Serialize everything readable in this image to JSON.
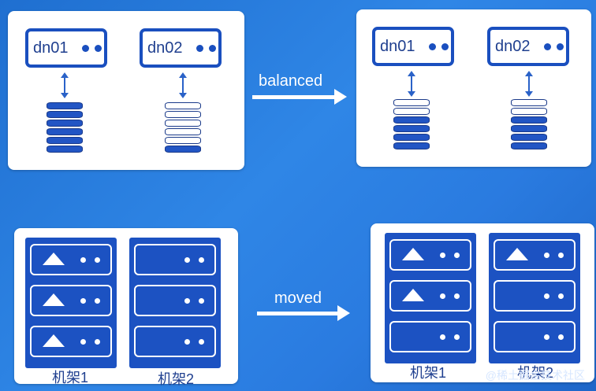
{
  "top_left": {
    "nodes": [
      {
        "label": "dn01",
        "filled_slices": 6
      },
      {
        "label": "dn02",
        "filled_slices": 1
      }
    ]
  },
  "top_right": {
    "nodes": [
      {
        "label": "dn01",
        "filled_slices": 4
      },
      {
        "label": "dn02",
        "filled_slices": 4
      }
    ]
  },
  "arrows": {
    "top_label": "balanced",
    "bottom_label": "moved"
  },
  "bottom_left": {
    "racks": [
      {
        "label": "机架1",
        "servers_with_triangle": [
          true,
          true,
          true
        ]
      },
      {
        "label": "机架2",
        "servers_with_triangle": [
          false,
          false,
          false
        ]
      }
    ]
  },
  "bottom_right": {
    "racks": [
      {
        "label": "机架1",
        "servers_with_triangle": [
          true,
          true,
          false
        ]
      },
      {
        "label": "机架2",
        "servers_with_triangle": [
          true,
          false,
          false
        ]
      }
    ]
  },
  "watermark": "@稀土掘金技术社区",
  "colors": {
    "accent": "#1c52c2",
    "background": "#2a7be0"
  }
}
